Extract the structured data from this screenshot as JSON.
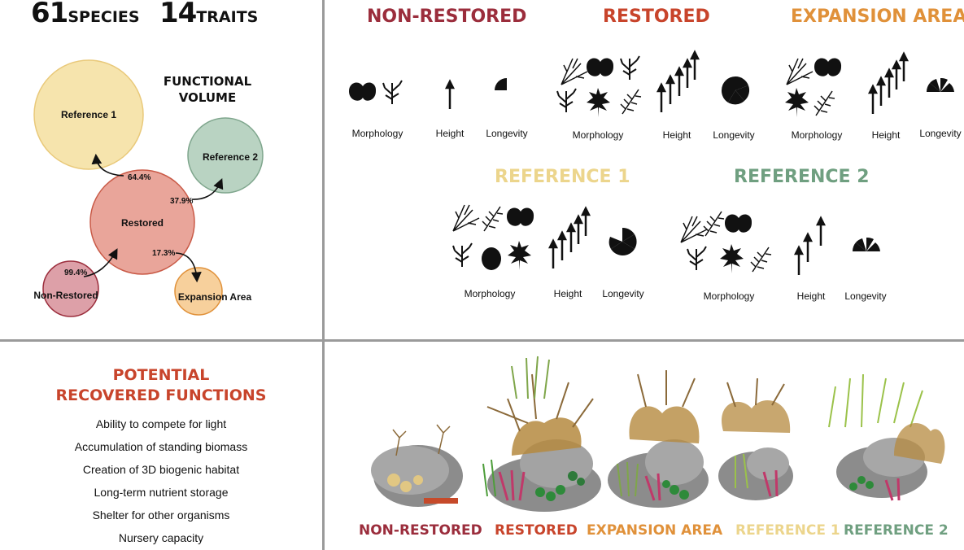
{
  "stats": {
    "species_number": "61",
    "species_label": "SPECIES",
    "traits_number": "14",
    "traits_label": "TRAITS"
  },
  "functional_volume": {
    "title_line1": "FUNCTIONAL",
    "title_line2": "VOLUME",
    "bubbles": {
      "reference1": "Reference 1",
      "reference2": "Reference 2",
      "restored": "Restored",
      "non_restored": "Non-Restored",
      "expansion": "Expansion Area"
    },
    "percentages": {
      "to_reference1": "64.4%",
      "to_reference2": "37.9%",
      "to_expansion": "17.3%",
      "non_to_restored": "99.4%"
    }
  },
  "trait_panels": {
    "non_restored": {
      "title": "NON-RESTORED",
      "morphology": "Morphology",
      "height": "Height",
      "longevity": "Longevity"
    },
    "restored": {
      "title": "RESTORED",
      "morphology": "Morphology",
      "height": "Height",
      "longevity": "Longevity"
    },
    "expansion": {
      "title": "EXPANSION AREA",
      "morphology": "Morphology",
      "height": "Height",
      "longevity": "Longevity"
    },
    "reference1": {
      "title": "REFERENCE 1",
      "morphology": "Morphology",
      "height": "Height",
      "longevity": "Longevity"
    },
    "reference2": {
      "title": "REFERENCE 2",
      "morphology": "Morphology",
      "height": "Height",
      "longevity": "Longevity"
    }
  },
  "functions": {
    "title_line1": "POTENTIAL",
    "title_line2": "RECOVERED FUNCTIONS",
    "items": [
      "Ability to compete for light",
      "Accumulation of standing biomass",
      "Creation of 3D biogenic habitat",
      "Long-term nutrient storage",
      "Shelter for other organisms",
      "Nursery capacity"
    ]
  },
  "bottom_labels": {
    "non_restored": "NON-RESTORED",
    "restored": "RESTORED",
    "expansion": "EXPANSION AREA",
    "reference1": "REFERENCE 1",
    "reference2": "REFERENCE 2"
  },
  "colors": {
    "non_restored": "#9b2d3c",
    "restored": "#c8442b",
    "expansion": "#e0913a",
    "reference1": "#ecd58c",
    "reference2": "#6f9f80",
    "divider": "#9a9a9a"
  }
}
